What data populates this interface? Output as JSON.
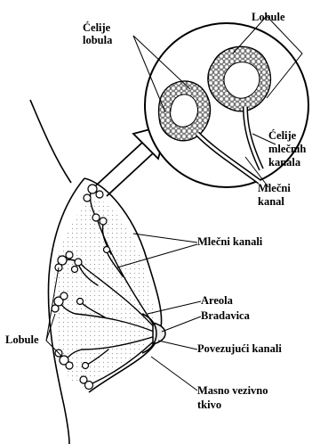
{
  "labels": {
    "celije_lobula": "Ćelije\nlobula",
    "lobule_top": "Lobule",
    "celije_mlecnih_kanala": "Ćelije\nmlečnih\nkanala",
    "mlecni_kanal": "Mlečni\nkanal",
    "mlecni_kanali": "Mlečni kanali",
    "areola": "Areola",
    "bradavica": "Bradavica",
    "lobule_left": "Lobule",
    "povezujuci_kanali": "Povezujući kanali",
    "masno_vezivno_tkivo": "Masno vezivno\ntkivo"
  },
  "colors": {
    "ink": "#000000",
    "paper": "#ffffff",
    "shade": "#d8d8d8"
  }
}
